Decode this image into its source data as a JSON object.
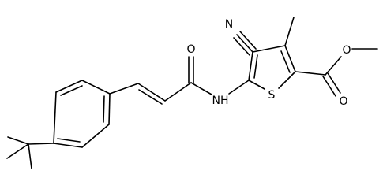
{
  "atoms": {
    "nitrile_n": "N",
    "amide_o": "O",
    "ester_o_methoxy": "O",
    "ester_o_carbonyl": "O",
    "amide_nh": "NH",
    "thiophene_s": "S"
  },
  "colors": {
    "bond": "#000000",
    "label": "#000000",
    "background": "#ffffff"
  }
}
